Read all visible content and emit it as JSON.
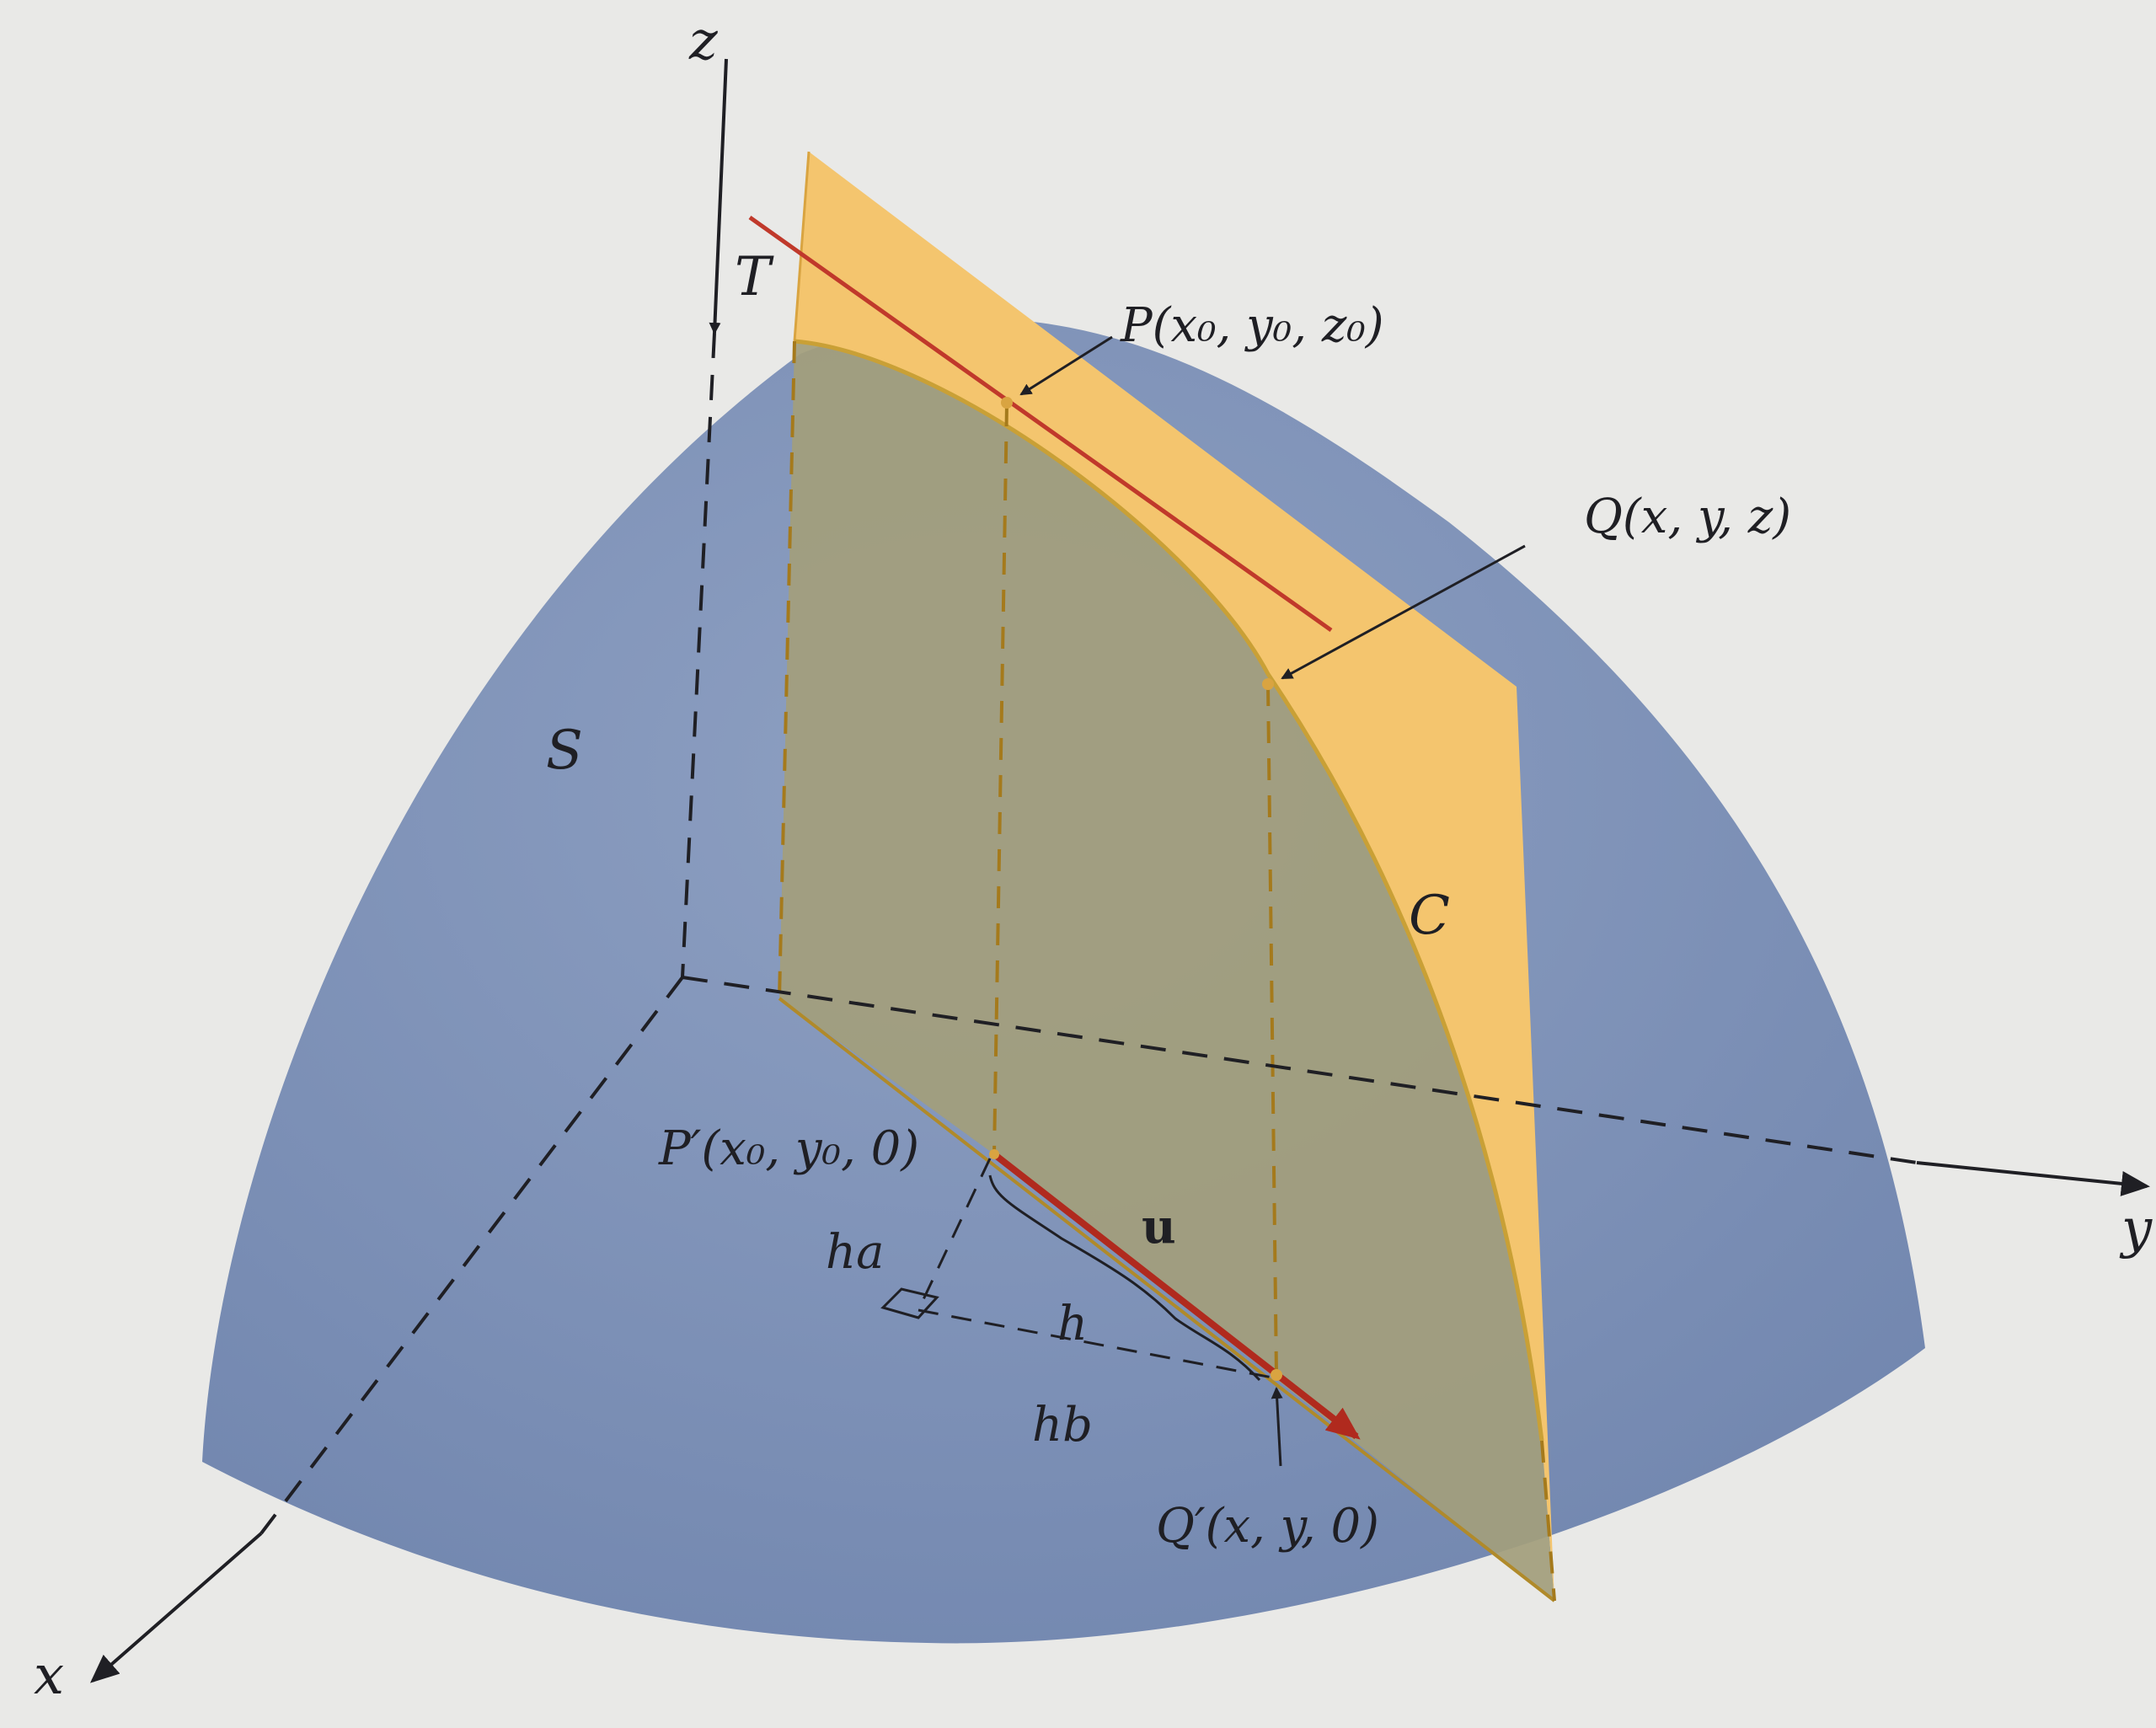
{
  "labels": {
    "z_axis": "z",
    "y_axis": "y",
    "x_axis": "x",
    "tangent_line": "T",
    "surface": "S",
    "curve": "C",
    "point_p": "P(x₀, y₀, z₀)",
    "point_q": "Q(x, y, z)",
    "point_p_prime": "P′(x₀, y₀, 0)",
    "point_q_prime": "Q′(x, y, 0)",
    "unit_vector": "u",
    "ha": "ha",
    "h": "h",
    "hb": "hb"
  },
  "colors": {
    "page": "#e9e9e7",
    "surface": "#7f93b8",
    "plane": "#f4c56e",
    "plane_over_surface": "#a39e7c",
    "curve_edge": "#c9a036",
    "tangent_line": "#c0392b",
    "vector": "#b02a1e",
    "axes": "#1f1f24",
    "dashed_guides": "#a57a1c"
  }
}
